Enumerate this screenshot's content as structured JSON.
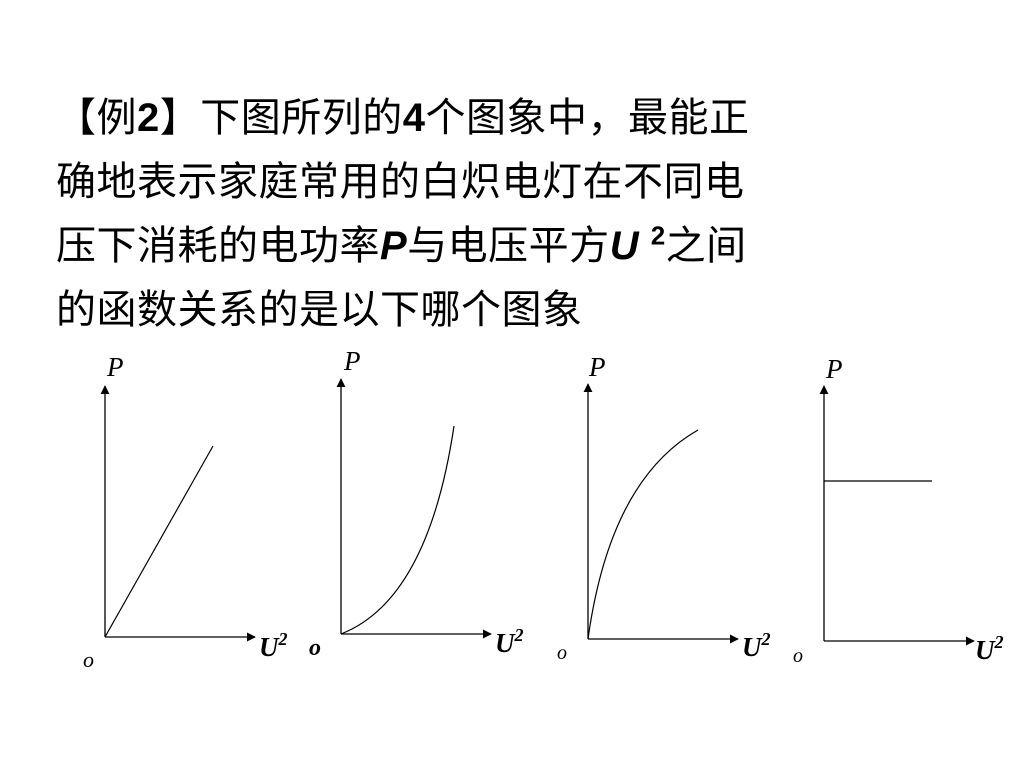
{
  "question": {
    "line1_a": "【例",
    "line1_num": "2",
    "line1_b": "】下图所列的",
    "line1_count": "4",
    "line1_c": "个图象中，最能正",
    "line2": "确地表示家庭常用的白炽电灯在不同电",
    "line3_a": "压下消耗的电功率",
    "line3_P": "P",
    "line3_b": "与电压平方",
    "line3_U": "U ",
    "line3_exp": "2",
    "line3_c": "之间",
    "line4": "的函数关系的是以下哪个图象"
  },
  "graphs": [
    {
      "y_label": "P",
      "x_label": "U",
      "x_exp": "2",
      "origin": "o",
      "curve": "straight line through origin"
    },
    {
      "y_label": "P",
      "x_label": "U",
      "x_exp": "2",
      "origin": "o",
      "curve": "concave up from origin"
    },
    {
      "y_label": "P",
      "x_label": "U",
      "x_exp": "2",
      "origin": "o",
      "curve": "concave down from origin"
    },
    {
      "y_label": "P",
      "x_label": "U",
      "x_exp": "2",
      "origin": "o",
      "curve": "horizontal line"
    }
  ]
}
